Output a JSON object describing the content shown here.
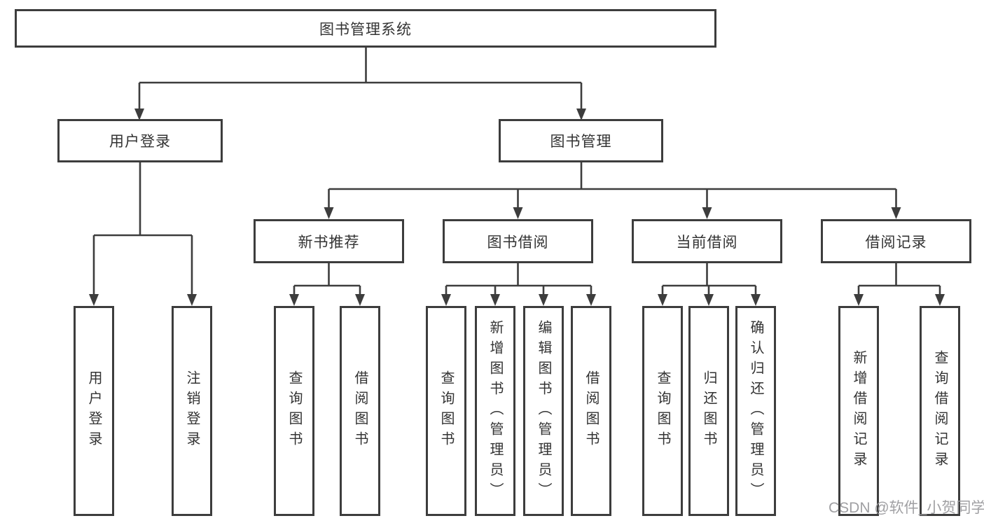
{
  "diagram": {
    "root": {
      "label": "图书管理系统"
    },
    "level2": {
      "user_login": {
        "label": "用户登录"
      },
      "book_mgmt": {
        "label": "图书管理"
      }
    },
    "level3": {
      "new_books": {
        "label": "新书推荐"
      },
      "book_borrow": {
        "label": "图书借阅"
      },
      "current_borrow": {
        "label": "当前借阅"
      },
      "borrow_records": {
        "label": "借阅记录"
      }
    },
    "leaves": {
      "user_login": [
        "用户登录",
        "注销登录"
      ],
      "new_books": [
        "查询图书",
        "借阅图书"
      ],
      "book_borrow": [
        "查询图书",
        "新增图书（管理员）",
        "编辑图书（管理员）",
        "借阅图书"
      ],
      "current_borrow": [
        "查询图书",
        "归还图书",
        "确认归还（管理员）"
      ],
      "borrow_records": [
        "新增借阅记录",
        "查询借阅记录"
      ]
    }
  },
  "watermark": "CSDN @软件_小贺同学",
  "colors": {
    "line": "#3d3d3d",
    "text": "#333333",
    "watermark": "#9b9b9e",
    "background": "#ffffff"
  }
}
